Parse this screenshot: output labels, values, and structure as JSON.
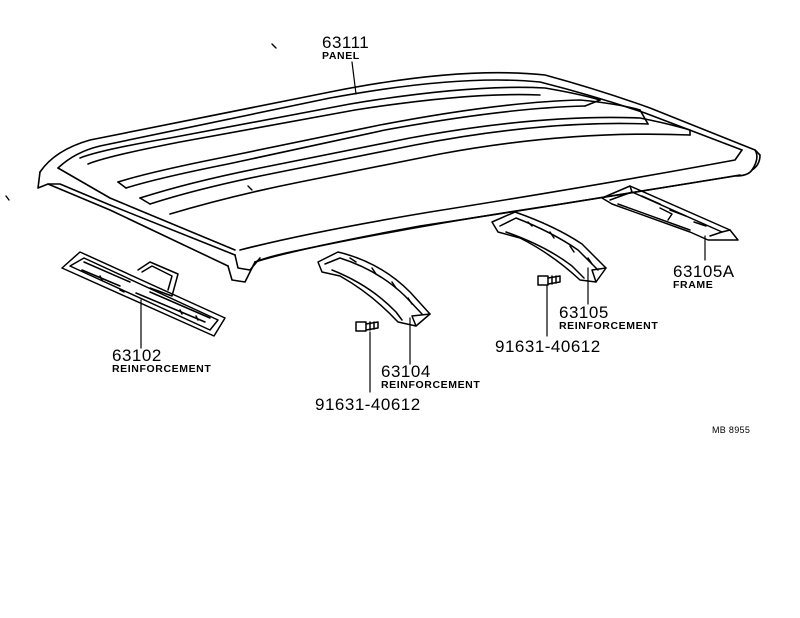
{
  "parts": [
    {
      "id": "panel",
      "number": "63111",
      "name": "PANEL"
    },
    {
      "id": "reinf-front",
      "number": "63102",
      "name": "REINFORCEMENT"
    },
    {
      "id": "reinf-mid",
      "number": "63104",
      "name": "REINFORCEMENT"
    },
    {
      "id": "reinf-rear",
      "number": "63105",
      "name": "REINFORCEMENT"
    },
    {
      "id": "frame",
      "number": "63105A",
      "name": "FRAME"
    }
  ],
  "bolts": [
    {
      "id": "bolt-left",
      "number": "91631-40612"
    },
    {
      "id": "bolt-right",
      "number": "91631-40612"
    }
  ],
  "drawing_code": "MB 8955",
  "colors": {
    "ink": "#000000",
    "paper": "#ffffff"
  }
}
